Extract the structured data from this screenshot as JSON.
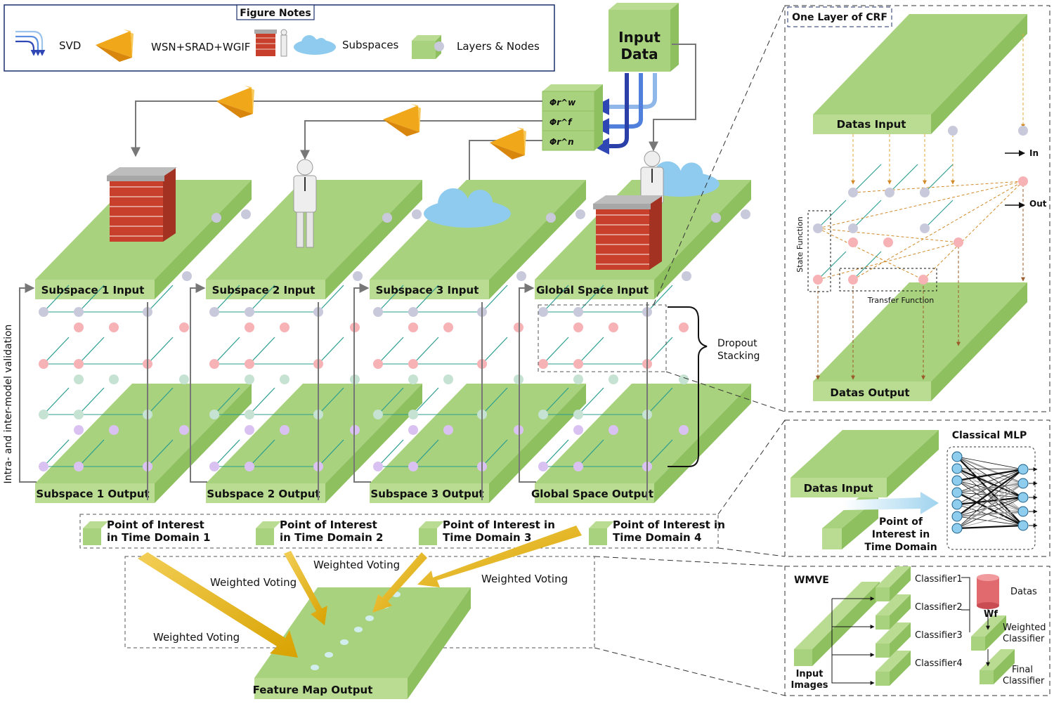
{
  "legend": {
    "title": "Figure Notes",
    "items": [
      "SVD",
      "WSN+SRAD+WGIF",
      "Subspaces",
      "Layers & Nodes"
    ]
  },
  "input_data": {
    "line1": "Input",
    "line2": "Data"
  },
  "phi": [
    "Φr^w",
    "Φr^f",
    "Φr^n"
  ],
  "spaces": [
    {
      "input": "Subspace 1 Input",
      "output": "Subspace 1 Output",
      "poi": [
        "Point of Interest",
        "in Time Domain 1"
      ]
    },
    {
      "input": "Subspace 2 Input",
      "output": "Subspace 2 Output",
      "poi": [
        "Point of Interest",
        "in Time Domain 2"
      ]
    },
    {
      "input": "Subspace 3 Input",
      "output": "Subspace 3 Output",
      "poi": [
        "Point of Interest in",
        "Time Domain 3"
      ]
    },
    {
      "input": "Global Space Input",
      "output": "Global Space Output",
      "poi": [
        "Point of Interest in",
        "Time Domain 4"
      ]
    }
  ],
  "side_label": "Intra- and inter-model validation",
  "dropout": [
    "Dropout",
    "Stacking"
  ],
  "voting": [
    "Weighted Voting",
    "Weighted Voting",
    "Weighted Voting",
    "Weighted Voting"
  ],
  "feature_map": "Feature Map Output",
  "crf": {
    "title": "One Layer of CRF",
    "datas_input": "Datas Input",
    "datas_output": "Datas Output",
    "state_function": "State Function",
    "transfer_function": "Transfer Function",
    "in": "In",
    "out": "Out"
  },
  "mlp": {
    "title": "Classical MLP",
    "datas_input": "Datas Input",
    "poi": [
      "Point of",
      "Interest in",
      "Time Domain"
    ]
  },
  "wmve": {
    "title": "WMVE",
    "classifiers": [
      "Classifier1",
      "Classifier2",
      "Classifier3",
      "Classifier4"
    ],
    "datas": "Datas",
    "wf": "Wf",
    "weighted": [
      "Weighted",
      "Classifier"
    ],
    "final": [
      "Final",
      "Classifier"
    ],
    "input_images": [
      "Input",
      "Images"
    ]
  },
  "colors": {
    "green_top": "#a9d27e",
    "green_side": "#8ec060",
    "green_face": "#b9db92",
    "node_gray": "#c9c9dc",
    "node_pink": "#f7b2b6",
    "node_mint": "#c6e2d2",
    "node_purple": "#d9c2f2",
    "arrow_gold": "#e6a817",
    "teal_line": "#2a9d8f"
  }
}
